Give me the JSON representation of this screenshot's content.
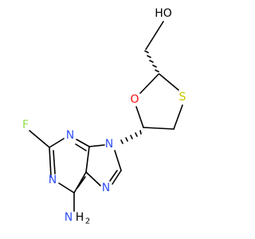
{
  "molecule": {
    "colors": {
      "bond": "#000000",
      "carbon": "#000000",
      "oxygen": "#ff0d0d",
      "nitrogen": "#3050f8",
      "sulfur": "#c8c800",
      "fluorine": "#90e050",
      "hydrogen_text": "#000000"
    },
    "labels": {
      "ho": "HO",
      "o_ring": "O",
      "s_ring": "S",
      "n9": "N",
      "n3": "N",
      "n1": "N",
      "n7": "N",
      "f": "F",
      "nh2_n": "N",
      "nh2_h": "H",
      "nh2_sub": "2"
    }
  }
}
